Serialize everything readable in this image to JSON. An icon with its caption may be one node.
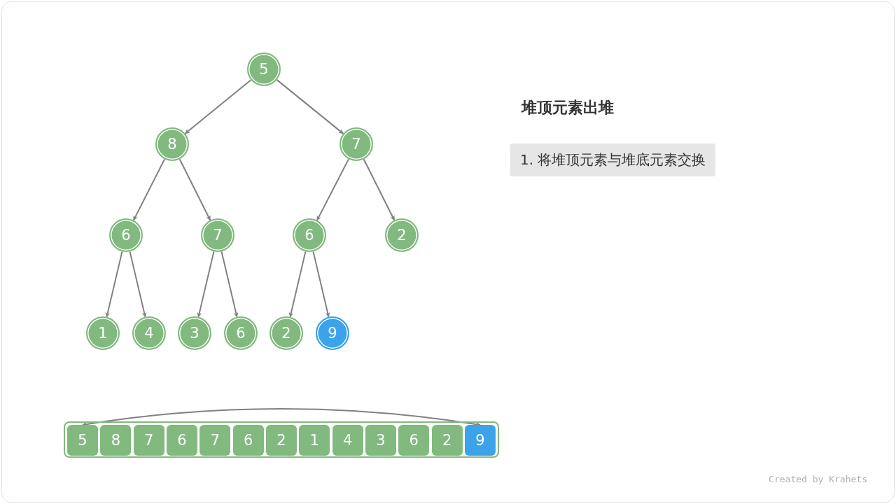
{
  "diagram": {
    "title": "堆顶元素出堆",
    "nodes": [
      {
        "text": [
          "5"
        ]
      },
      {
        "text": [
          "8"
        ]
      },
      {
        "text": [
          "7"
        ]
      },
      {
        "text": [
          "6"
        ]
      },
      {
        "text": [
          "7"
        ]
      },
      {
        "text": [
          "6"
        ]
      },
      {
        "text": [
          "2"
        ]
      },
      {
        "text": [
          "1"
        ]
      },
      {
        "text": [
          "4"
        ]
      },
      {
        "text": [
          "3"
        ]
      },
      {
        "text": [
          "6"
        ]
      },
      {
        "text": [
          "2"
        ]
      },
      {
        "text": [
          "9"
        ]
      },
      {
        "text": [],
        "shape": "box"
      },
      {
        "text": [
          "5"
        ],
        "in": 13
      },
      {
        "text": [
          "8"
        ],
        "in": 13
      },
      {
        "text": [
          "7"
        ],
        "in": 13
      },
      {
        "text": [
          "6"
        ],
        "in": 13
      },
      {
        "text": [
          "7"
        ],
        "in": 13
      },
      {
        "text": [
          "6"
        ],
        "in": 13
      },
      {
        "text": [
          "2"
        ],
        "in": 13
      },
      {
        "text": [
          "1"
        ],
        "in": 13
      },
      {
        "text": [
          "4"
        ],
        "in": 13
      },
      {
        "text": [
          "3"
        ],
        "in": 13
      },
      {
        "text": [
          "6"
        ],
        "in": 13
      },
      {
        "text": [
          "2"
        ],
        "in": 13
      },
      {
        "text": [
          "9"
        ],
        "in": 13
      }
    ],
    "edges": [
      {
        "from": 0,
        "to": 1,
        "arrow": "to"
      },
      {
        "from": 0,
        "to": 2,
        "arrow": "to"
      },
      {
        "from": 1,
        "to": 3,
        "arrow": "to"
      },
      {
        "from": 1,
        "to": 4,
        "arrow": "to"
      },
      {
        "from": 2,
        "to": 5,
        "arrow": "to"
      },
      {
        "from": 2,
        "to": 6,
        "arrow": "to"
      },
      {
        "from": 3,
        "to": 7,
        "arrow": "to"
      },
      {
        "from": 3,
        "to": 8,
        "arrow": "to"
      },
      {
        "from": 4,
        "to": 9,
        "arrow": "to"
      },
      {
        "from": 4,
        "to": 10,
        "arrow": "to"
      },
      {
        "from": 5,
        "to": 11,
        "arrow": "to"
      },
      {
        "from": 5,
        "to": 12,
        "arrow": "to"
      },
      {
        "from": 14,
        "to": 26,
        "arrow": "both"
      }
    ],
    "labels": [
      "1. 将堆顶元素与堆底元素交换",
      "Created by Krahets"
    ]
  }
}
